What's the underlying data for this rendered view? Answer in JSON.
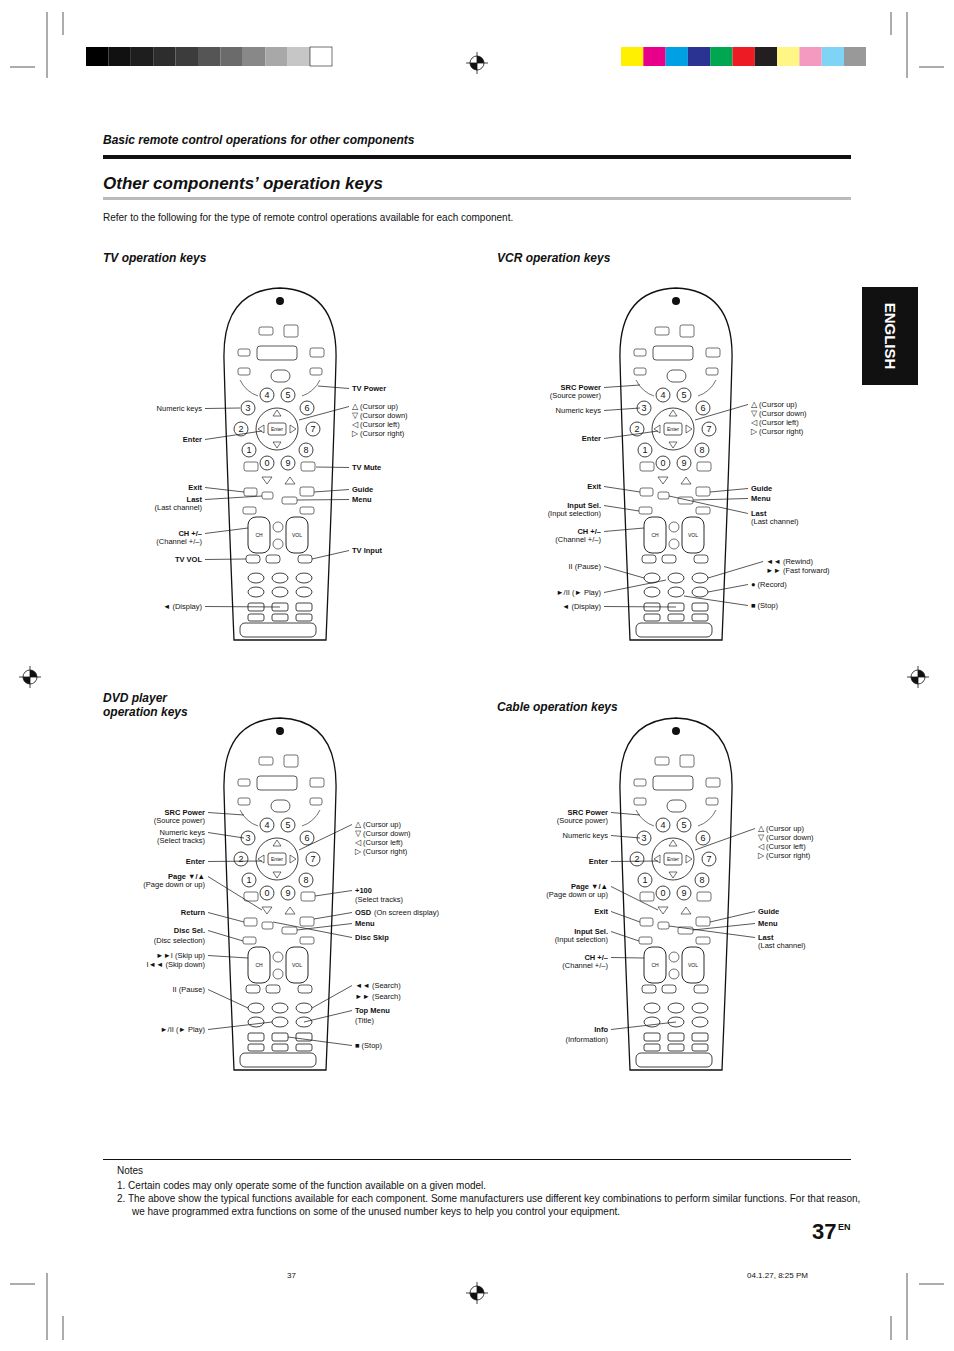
{
  "diagram": {
    "title": "Other components’ operation keys",
    "nodes": [
      {
        "text": [
          "ENGLISH"
        ]
      }
    ],
    "labels": [
      "Basic remote control operations for other components",
      "Refer to the following for the type of remote control operations available for each component.",
      "TV operation keys",
      "VCR operation keys",
      "DVD player operation keys",
      "Cable operation keys",
      "Numeric keys",
      "Enter",
      "Exit",
      "Last",
      "(Last channel)",
      "CH +/–",
      "(Channel +/–)",
      "TV VOL",
      "◄ (Display)",
      "TV Power",
      "△ (Cursor up)",
      "▽ (Cursor down)",
      "◁ (Cursor left)",
      "▷ (Cursor right)",
      "TV Mute",
      "Guide",
      "Menu",
      "TV Input",
      "SRC Power",
      "(Source power)",
      "Numeric keys",
      "Enter",
      "Exit",
      "Input Sel.",
      "(Input selection)",
      "CH +/–",
      "(Channel +/–)",
      "II (Pause)",
      "►/II (► Play)",
      "◄ (Display)",
      "△ (Cursor up)",
      "▽ (Cursor down)",
      "◁ (Cursor left)",
      "▷ (Cursor right)",
      "Guide",
      "Menu",
      "Last",
      "(Last channel)",
      "◄◄ (Rewind)",
      "►► (Fast forward)",
      "● (Record)",
      "■ (Stop)",
      "SRC Power",
      "(Source power)",
      "Numeric keys",
      "(Select tracks)",
      "Enter",
      "Page ▼/▲",
      "(Page down or up)",
      "Return",
      "Disc Sel.",
      "(Disc selection)",
      "►►I (Skip up)",
      "I◄◄ (Skip down)",
      "II (Pause)",
      "►/II (► Play)",
      "△ (Cursor up)",
      "▽ (Cursor down)",
      "◁ (Cursor left)",
      "▷ (Cursor right)",
      "+100",
      "(Select tracks)",
      "OSD",
      "(On screen display)",
      "Menu",
      "Disc Skip",
      "◄◄ (Search)",
      "►► (Search)",
      "Top Menu",
      "(Title)",
      "■ (Stop)",
      "SRC Power",
      "(Source power)",
      "Numeric keys",
      "Enter",
      "Page ▼/▲",
      "(Page down or up)",
      "Exit",
      "Input Sel.",
      "(Input selection)",
      "CH +/–",
      "(Channel +/–)",
      "Info",
      "(Information)",
      "△ (Cursor up)",
      "▽ (Cursor down)",
      "◁ (Cursor left)",
      "▷ (Cursor right)",
      "Guide",
      "Menu",
      "Last",
      "(Last channel)",
      "4",
      "5",
      "3",
      "6",
      "2",
      "7",
      "1",
      "8",
      "0",
      "9",
      "Enter",
      "CH",
      "VOL",
      "4",
      "5",
      "3",
      "6",
      "2",
      "7",
      "1",
      "8",
      "0",
      "9",
      "Enter",
      "CH",
      "VOL",
      "4",
      "5",
      "3",
      "6",
      "2",
      "7",
      "1",
      "8",
      "0",
      "9",
      "Enter",
      "CH",
      "VOL",
      "4",
      "5",
      "3",
      "6",
      "2",
      "7",
      "1",
      "8",
      "0",
      "9",
      "Enter",
      "CH",
      "VOL",
      "Notes",
      "1. Certain codes may only operate some of the function available on a given model.",
      "2. The above show the typical functions available for each component. Some manufacturers use different key combinations to perform similar functions. For that reason, we have programmed extra functions on some of the unused number keys to help you control your equipment.",
      "37",
      "EN",
      "37",
      "04.1.27, 8:25 PM"
    ]
  }
}
